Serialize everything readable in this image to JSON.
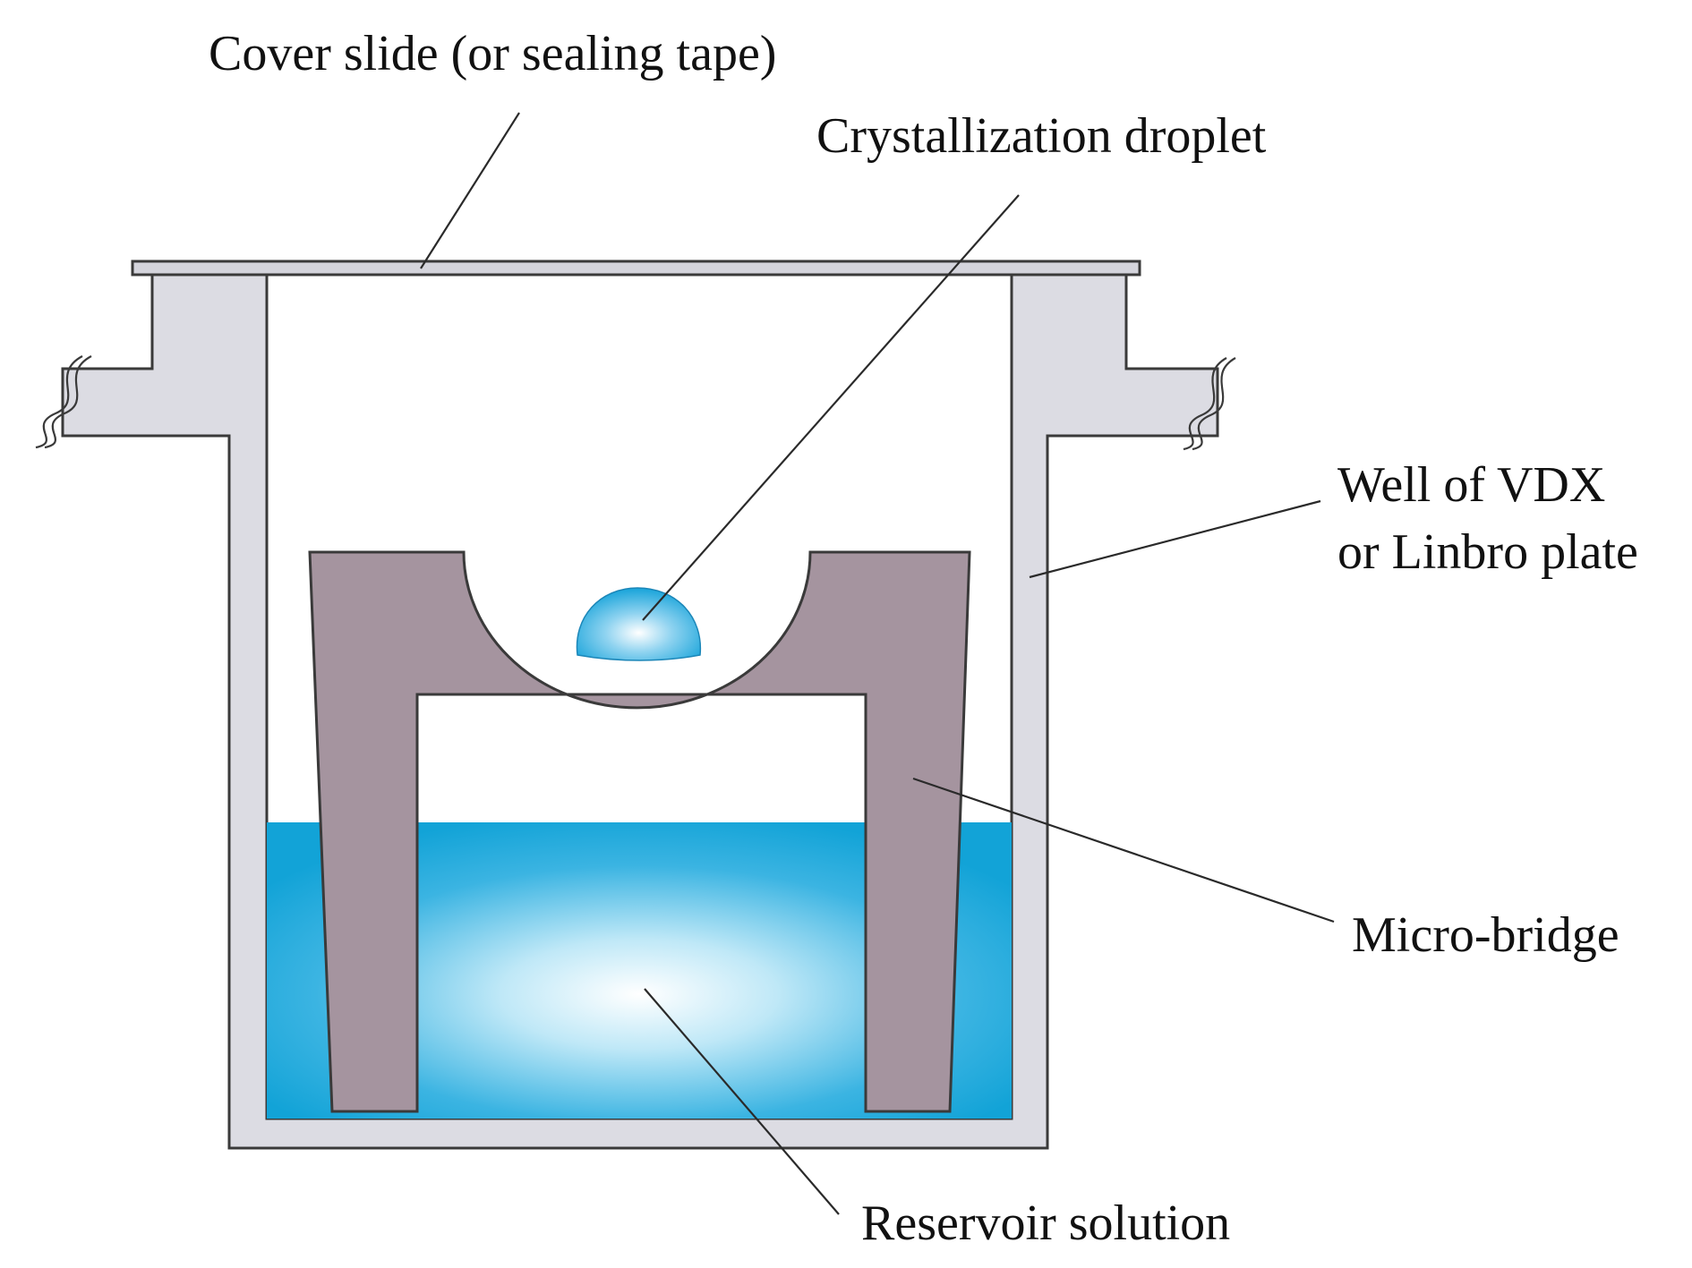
{
  "labels": {
    "cover_slide": "Cover slide (or sealing tape)",
    "droplet": "Crystallization droplet",
    "well_line1": "Well of VDX",
    "well_line2": "or Linbro plate",
    "micro_bridge": "Micro-bridge",
    "reservoir": "Reservoir solution"
  },
  "colors": {
    "plate_wall": "#dcdce3",
    "micro_bridge": "#a5949f",
    "reservoir_solution": "#13a4d8",
    "droplet": "#3ab2e3",
    "outline": "#3a3a3a"
  }
}
